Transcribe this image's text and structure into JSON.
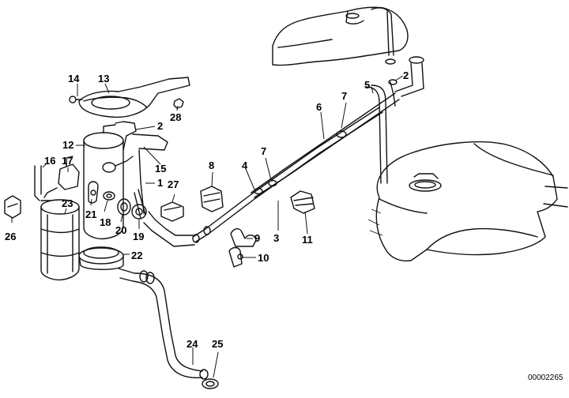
{
  "diagram": {
    "document_number": "00002265",
    "callouts": [
      {
        "id": "c1",
        "text": "1"
      },
      {
        "id": "c2a",
        "text": "2"
      },
      {
        "id": "c2b",
        "text": "2"
      },
      {
        "id": "c3",
        "text": "3"
      },
      {
        "id": "c4",
        "text": "4"
      },
      {
        "id": "c5",
        "text": "5"
      },
      {
        "id": "c6",
        "text": "6"
      },
      {
        "id": "c7a",
        "text": "7"
      },
      {
        "id": "c7b",
        "text": "7"
      },
      {
        "id": "c8",
        "text": "8"
      },
      {
        "id": "c9",
        "text": "9"
      },
      {
        "id": "c10",
        "text": "10"
      },
      {
        "id": "c11",
        "text": "11"
      },
      {
        "id": "c12",
        "text": "12"
      },
      {
        "id": "c13",
        "text": "13"
      },
      {
        "id": "c14",
        "text": "14"
      },
      {
        "id": "c15",
        "text": "15"
      },
      {
        "id": "c16",
        "text": "16"
      },
      {
        "id": "c17",
        "text": "17"
      },
      {
        "id": "c18",
        "text": "18"
      },
      {
        "id": "c19",
        "text": "19"
      },
      {
        "id": "c20",
        "text": "20"
      },
      {
        "id": "c21",
        "text": "21"
      },
      {
        "id": "c22",
        "text": "22"
      },
      {
        "id": "c23",
        "text": "23"
      },
      {
        "id": "c24",
        "text": "24"
      },
      {
        "id": "c25",
        "text": "25"
      },
      {
        "id": "c26",
        "text": "26"
      },
      {
        "id": "c27",
        "text": "27"
      },
      {
        "id": "c28",
        "text": "28"
      }
    ]
  }
}
